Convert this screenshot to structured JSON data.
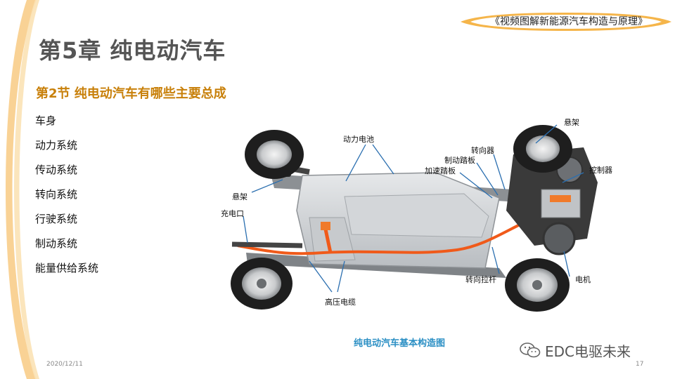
{
  "book_title": "《视频图解新能源汽车构造与原理》",
  "chapter_title": "第5章   纯电动汽车",
  "section_title": "第2节   纯电动汽车有哪些主要总成",
  "systems": [
    "车身",
    "动力系统",
    "传动系统",
    "转向系统",
    "行驶系统",
    "制动系统",
    "能量供给系统"
  ],
  "diagram": {
    "labels": {
      "battery": "动力电池",
      "suspension_front": "悬架",
      "suspension_rear": "悬架",
      "steering_gear": "转向器",
      "brake_pedal": "制动踏板",
      "accelerator_pedal": "加速踏板",
      "controller": "控制器",
      "charge_port": "充电口",
      "tie_rod": "转向拉杆",
      "motor": "电机",
      "hv_cable": "高压电缆"
    },
    "caption": "纯电动汽车基本构造图"
  },
  "footer": {
    "date": "2020/12/11",
    "page": "17",
    "watermark": "EDC电驱未来"
  },
  "colors": {
    "accent": "#f5b54a",
    "section_title": "#c8800a",
    "caption": "#2b8fc4",
    "hv_cable": "#f05a1a"
  }
}
